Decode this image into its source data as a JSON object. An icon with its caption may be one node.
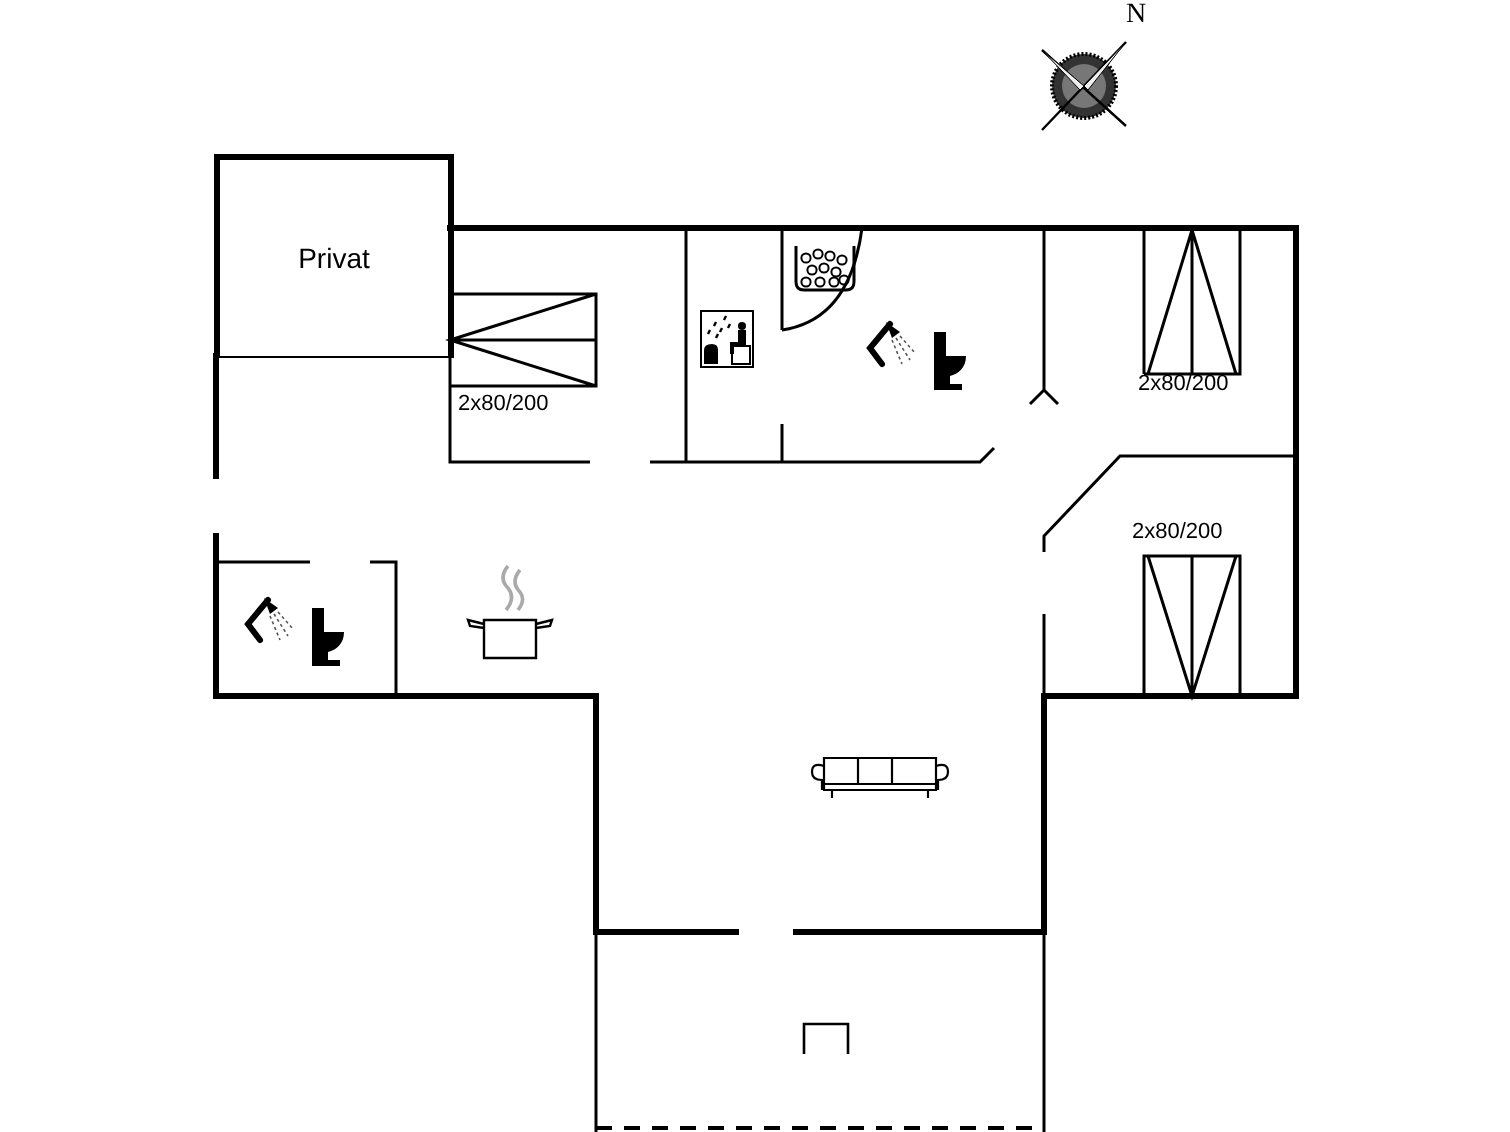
{
  "diagram": {
    "nodes": [
      {
        "text": [
          "Privat"
        ]
      }
    ],
    "labels": [
      "N",
      "2x80/200",
      "2x80/200",
      "2x80/200"
    ]
  }
}
